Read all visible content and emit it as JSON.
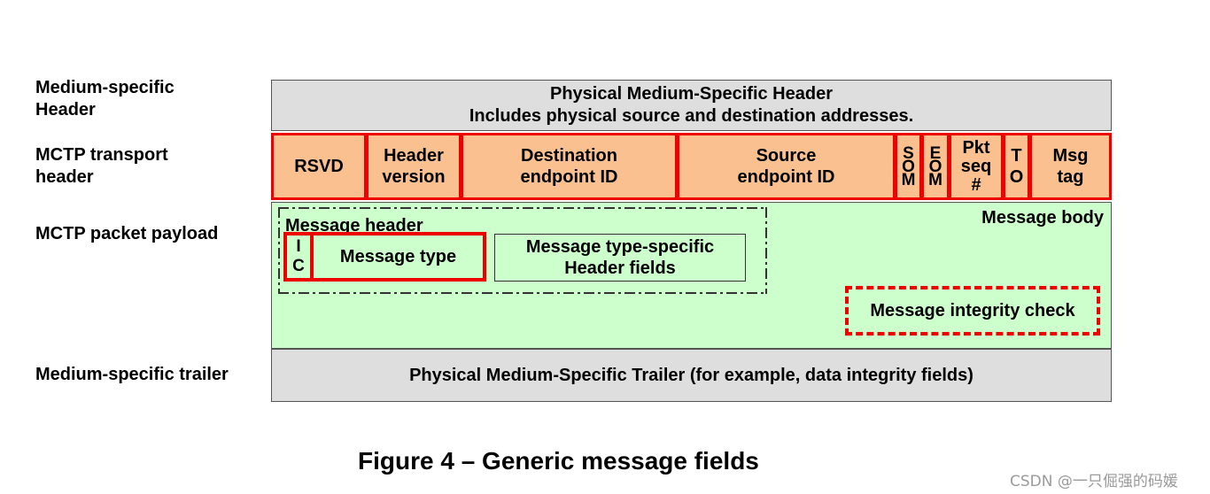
{
  "row_labels": {
    "medium_header": "Medium-specific\nHeader",
    "transport_header": "MCTP transport\nheader",
    "packet_payload": "MCTP packet payload",
    "medium_trailer": "Medium-specific trailer"
  },
  "physical_header": {
    "line1": "Physical Medium-Specific Header",
    "line2": "Includes physical source and destination addresses."
  },
  "transport_fields": {
    "rsvd": "RSVD",
    "header_version": "Header\nversion",
    "destination_eid": "Destination\nendpoint ID",
    "source_eid": "Source\nendpoint ID",
    "som": "S\nO\nM",
    "eom": "E\nO\nM",
    "pkt_seq": "Pkt\nseq\n#",
    "to": "T\nO",
    "msg_tag": "Msg\ntag"
  },
  "payload": {
    "message_header": "Message header",
    "message_body": "Message body",
    "ic": "I\nC",
    "message_type": "Message type",
    "type_specific_fields": "Message type-specific\nHeader fields",
    "integrity_check": "Message integrity check"
  },
  "physical_trailer": "Physical Medium-Specific Trailer (for example, data integrity fields)",
  "caption": "Figure 4 – Generic message fields",
  "watermark": "CSDN @一只倔强的码媛",
  "colors": {
    "header_gray": "#dedede",
    "field_orange": "#fac090",
    "payload_green": "#ccffcc",
    "highlight_red": "#ee0000"
  }
}
